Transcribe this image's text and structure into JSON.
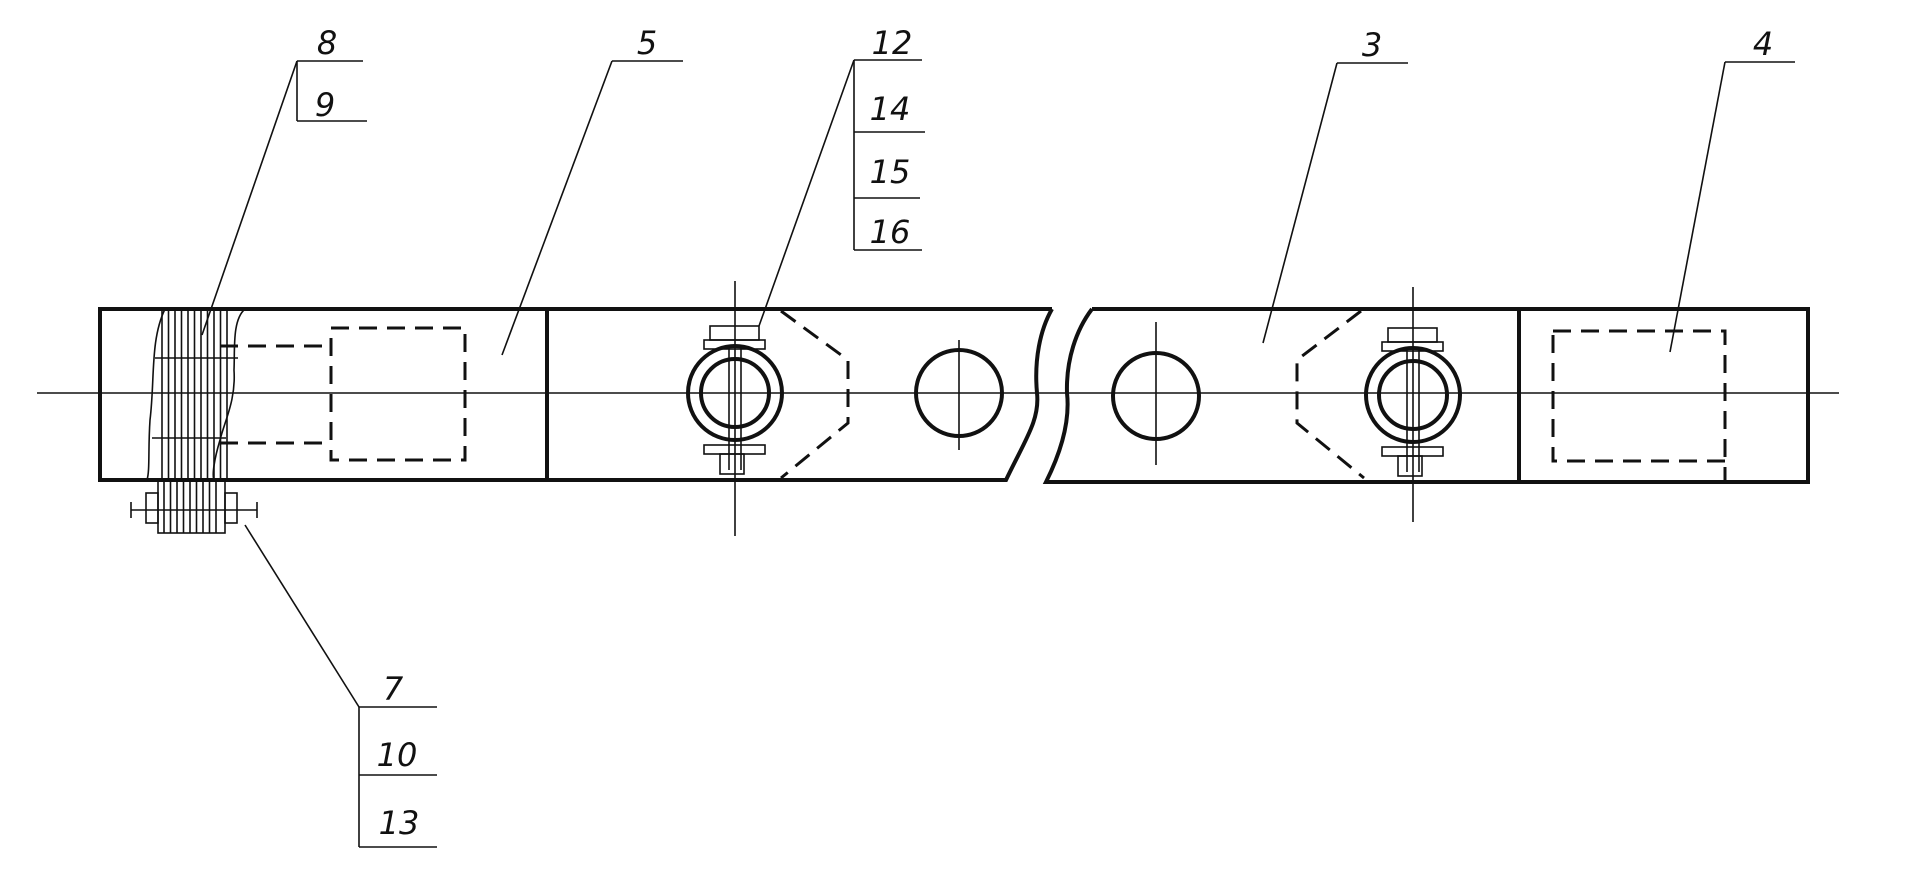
{
  "drawing": {
    "callouts": {
      "c8": "8",
      "c9": "9",
      "c5": "5",
      "c12": "12",
      "c14": "14",
      "c15": "15",
      "c16": "16",
      "c3": "3",
      "c4": "4",
      "c7": "7",
      "c10": "10",
      "c13": "13"
    },
    "line_color": "#111111",
    "background": "#ffffff"
  }
}
